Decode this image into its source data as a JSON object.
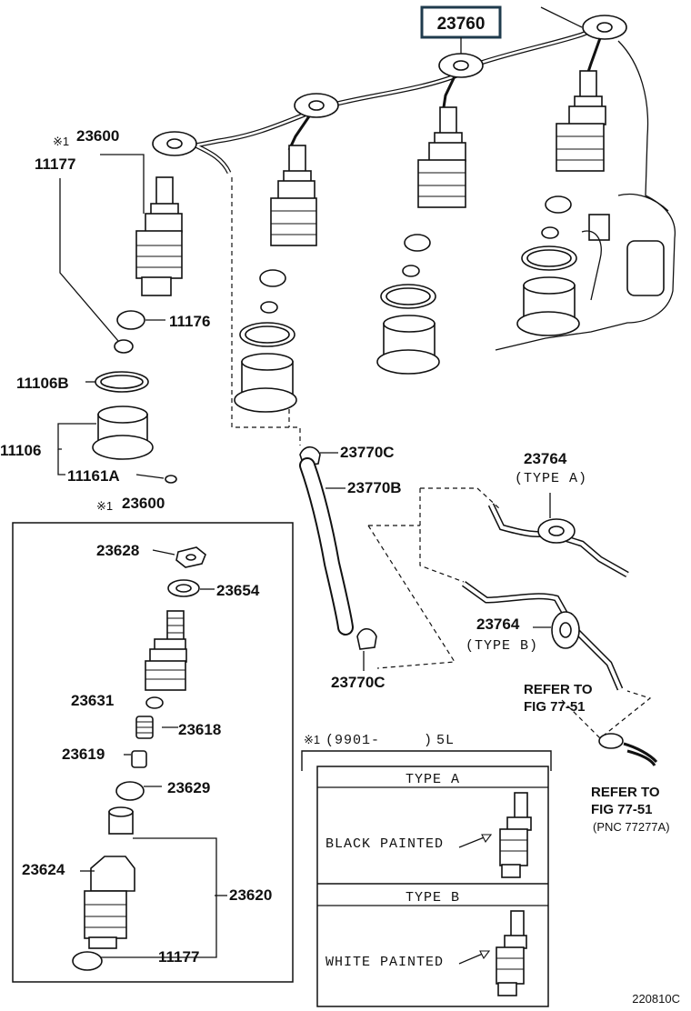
{
  "highlighted_part": "23760",
  "labels": {
    "p23600_top": "23600",
    "mark_top": "※1",
    "p11177_top": "11177",
    "p11176": "11176",
    "p11106b": "11106B",
    "p11106": "11106",
    "p11161a": "11161A",
    "p23600_box": "23600",
    "mark_box": "※1",
    "p23628": "23628",
    "p23654": "23654",
    "p23631": "23631",
    "p23618": "23618",
    "p23619": "23619",
    "p23629": "23629",
    "p23624": "23624",
    "p23620": "23620",
    "p11177_box": "11177",
    "p23770c_top": "23770C",
    "p23770b": "23770B",
    "p23770c_bot": "23770C",
    "p23764_a": "23764",
    "type_a_paren": "(TYPE A)",
    "p23764_b": "23764",
    "type_b_paren": "(TYPE B)",
    "refer1_line1": "REFER TO",
    "refer1_line2": "FIG 77-51",
    "refer2_line1": "REFER TO",
    "refer2_line2": "FIG 77-51",
    "refer2_line3": "(PNC 77277A)",
    "footnote_mark": "※1",
    "footnote_date": "(9901-",
    "footnote_close": ")",
    "footnote_engine": "5L",
    "type_a_header": "TYPE A",
    "type_a_desc": "BLACK PAINTED",
    "type_b_header": "TYPE B",
    "type_b_desc": "WHITE PAINTED",
    "figure_code": "220810C"
  }
}
